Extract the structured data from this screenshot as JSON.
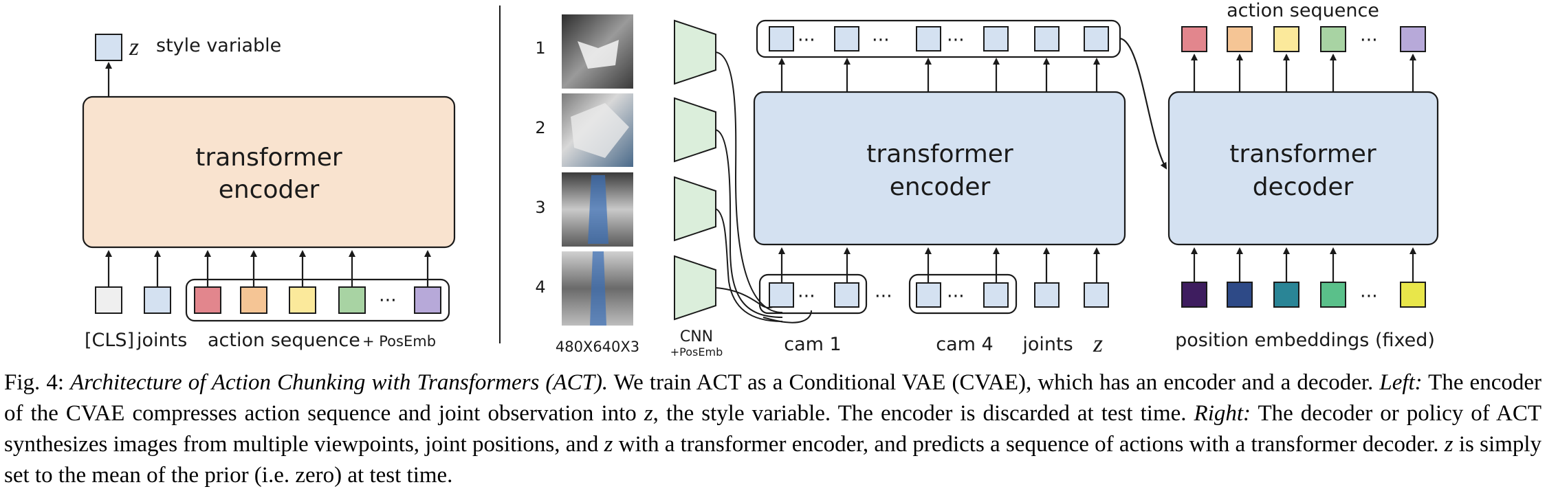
{
  "left": {
    "z_symbol": "z",
    "style_variable_label": "style variable",
    "encoder_line1": "transformer",
    "encoder_line2": "encoder",
    "cls_label": "[CLS]",
    "joints_label": "joints",
    "action_sequence_label": "action sequence",
    "posemb_label": "+ PosEmb",
    "ellipsis": "···"
  },
  "right": {
    "camera_numbers": [
      "1",
      "2",
      "3",
      "4"
    ],
    "resolution_label": "480X640X3",
    "cnn_label": "CNN",
    "cnn_posemb_label": "+PosEmb",
    "encoder_line1": "transformer",
    "encoder_line2": "encoder",
    "decoder_line1": "transformer",
    "decoder_line2": "decoder",
    "cam1_label": "cam 1",
    "cam4_label": "cam 4",
    "joints_label": "joints",
    "z_symbol": "z",
    "action_sequence_label": "action sequence",
    "position_embeddings_label": "position embeddings (fixed)",
    "ellipsis": "···"
  },
  "colors": {
    "encoder_left_fill": "#f9e3cf",
    "encoder_right_fill": "#d4e1f1",
    "token_blue": "#d4e1f1",
    "cls_gray": "#efefef",
    "cnn_green": "#dbeedb",
    "action_colors": [
      "#e2868d",
      "#f5c595",
      "#fbe99b",
      "#a8d3a3",
      "#b7a9d9"
    ],
    "posemb_colors": [
      "#3e1d5f",
      "#2e4a87",
      "#2a8596",
      "#5ac08a",
      "#e8e64a"
    ]
  },
  "caption": {
    "fig_label": "Fig. 4:",
    "title": "Architecture of Action Chunking with Transformers (ACT).",
    "text1": " We train ACT as a Conditional VAE (CVAE), which has an encoder and a decoder. ",
    "left_label": "Left:",
    "text2": " The encoder of the CVAE compresses action sequence and joint observation into ",
    "z1": "z",
    "text3": ", the style variable. The encoder is discarded at test time. ",
    "right_label": "Right:",
    "text4": " The decoder or policy of ACT synthesizes images from multiple viewpoints, joint positions, and ",
    "z2": "z",
    "text5": " with a transformer encoder, and predicts a sequence of actions with a transformer decoder. ",
    "z3": "z",
    "text6": " is simply set to the mean of the prior (i.e. zero) at test time."
  }
}
